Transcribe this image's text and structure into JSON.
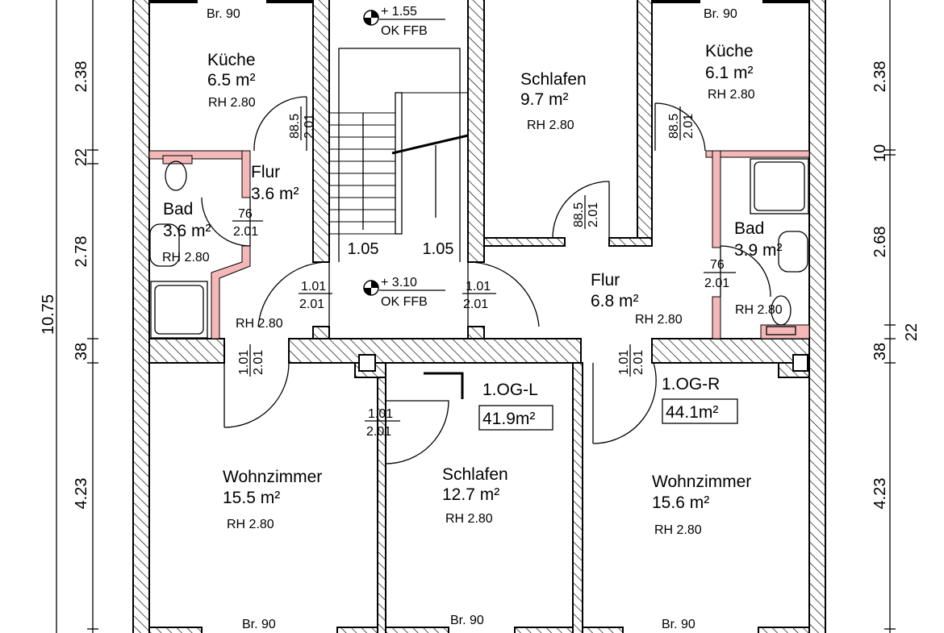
{
  "rooms": {
    "kueche_l": {
      "name": "Küche",
      "area": "6.5 m²",
      "rh": "RH 2.80",
      "window": "Br. 90"
    },
    "kueche_r": {
      "name": "Küche",
      "area": "6.1 m²",
      "rh": "RH 2.80",
      "window": "Br. 90"
    },
    "schlafen_top": {
      "name": "Schlafen",
      "area": "9.7 m²",
      "rh": "RH 2.80"
    },
    "flur_l": {
      "name": "Flur",
      "area": "3.6 m²",
      "rh": "RH 2.80"
    },
    "bad_l": {
      "name": "Bad",
      "area": "3.6 m²",
      "rh": "RH 2.80"
    },
    "bad_r": {
      "name": "Bad",
      "area": "3.9 m²",
      "rh": "RH 2.80"
    },
    "flur_r": {
      "name": "Flur",
      "area": "6.8 m²",
      "rh": "RH 2.80"
    },
    "wohn_l": {
      "name": "Wohnzimmer",
      "area": "15.5 m²",
      "rh": "RH 2.80",
      "window": "Br. 90"
    },
    "schlafen_bottom": {
      "name": "Schlafen",
      "area": "12.7 m²",
      "rh": "RH 2.80",
      "window": "Br. 90"
    },
    "wohn_r": {
      "name": "Wohnzimmer",
      "area": "15.6 m²",
      "rh": "RH 2.80",
      "window": "Br. 90"
    }
  },
  "units": {
    "left": {
      "name": "1.OG-L",
      "area": "41.9m²"
    },
    "right": {
      "name": "1.OG-R",
      "area": "44.1m²"
    }
  },
  "levels": {
    "top": {
      "height": "+ 1.55",
      "ref": "OK FFB"
    },
    "landing": {
      "height": "+ 3.10",
      "ref": "OK FFB"
    }
  },
  "stair": {
    "width_left": "1.05",
    "width_right": "1.05"
  },
  "doors": {
    "kueche_l": {
      "w": "88.5",
      "h": "2.01"
    },
    "kueche_r": {
      "w": "88.5",
      "h": "2.01"
    },
    "schlafen_top": {
      "w": "88.5",
      "h": "2.01"
    },
    "bad_l": {
      "w": "76",
      "h": "2.01"
    },
    "bad_r": {
      "w": "76",
      "h": "2.01"
    },
    "entry_l": {
      "w": "1.01",
      "h": "2.01"
    },
    "entry_r": {
      "w": "1.01",
      "h": "2.01"
    },
    "wohn_l": {
      "w": "1.01",
      "h": "2.01"
    },
    "schlafen_bottom": {
      "w": "1.01",
      "h": "2.01"
    },
    "wohn_r": {
      "w": "1.01",
      "h": "2.01"
    }
  },
  "dimensions": {
    "left": {
      "total": "10.75",
      "d1": "2.38",
      "d2": "22",
      "d3": "2.78",
      "d4": "38",
      "d5": "4.23"
    },
    "right": {
      "d1": "2.38",
      "d2": "10",
      "d3": "2.68",
      "d4": "22",
      "d5": "38",
      "d6": "4.23"
    }
  }
}
